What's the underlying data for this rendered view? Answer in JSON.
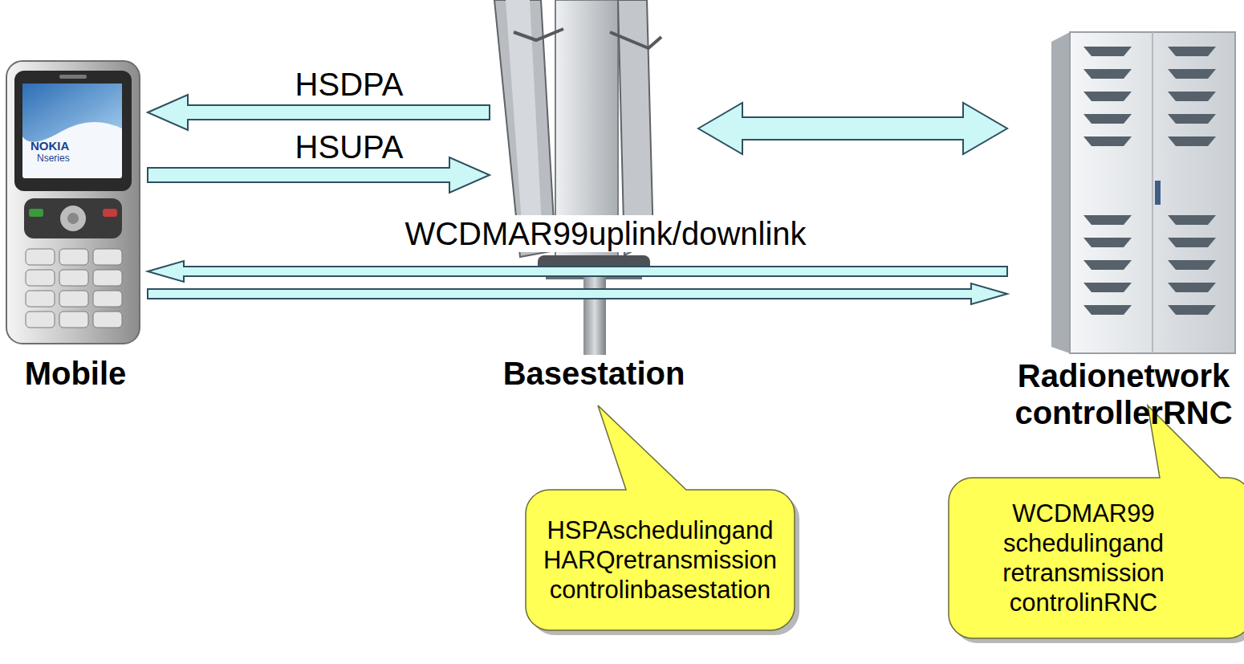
{
  "diagram": {
    "nodes": [
      {
        "text": [
          "Mobile"
        ]
      },
      {
        "text": [
          "Basestation"
        ]
      },
      {
        "text": [
          "Radionetwork controllerRNC"
        ]
      },
      {
        "text": [
          "HSPAschedulingand HARQretransmission controlinbasestation"
        ]
      },
      {
        "text": [
          "WCDMAR99 schedulingand retransmission controlinRNC"
        ]
      }
    ],
    "edges": [
      {
        "from": 1,
        "to": 0,
        "arrow": "to",
        "label": "HSDPA"
      },
      {
        "from": 0,
        "to": 1,
        "arrow": "to",
        "label": "HSUPA"
      },
      {
        "from": 1,
        "to": 2,
        "arrow": "both"
      },
      {
        "from": 2,
        "to": 0,
        "arrow": "to",
        "label": "WCDMAR99uplink/downlink"
      },
      {
        "from": 0,
        "to": 2,
        "arrow": "to"
      }
    ],
    "labels": [
      "NOKIA",
      "Nseries"
    ]
  }
}
